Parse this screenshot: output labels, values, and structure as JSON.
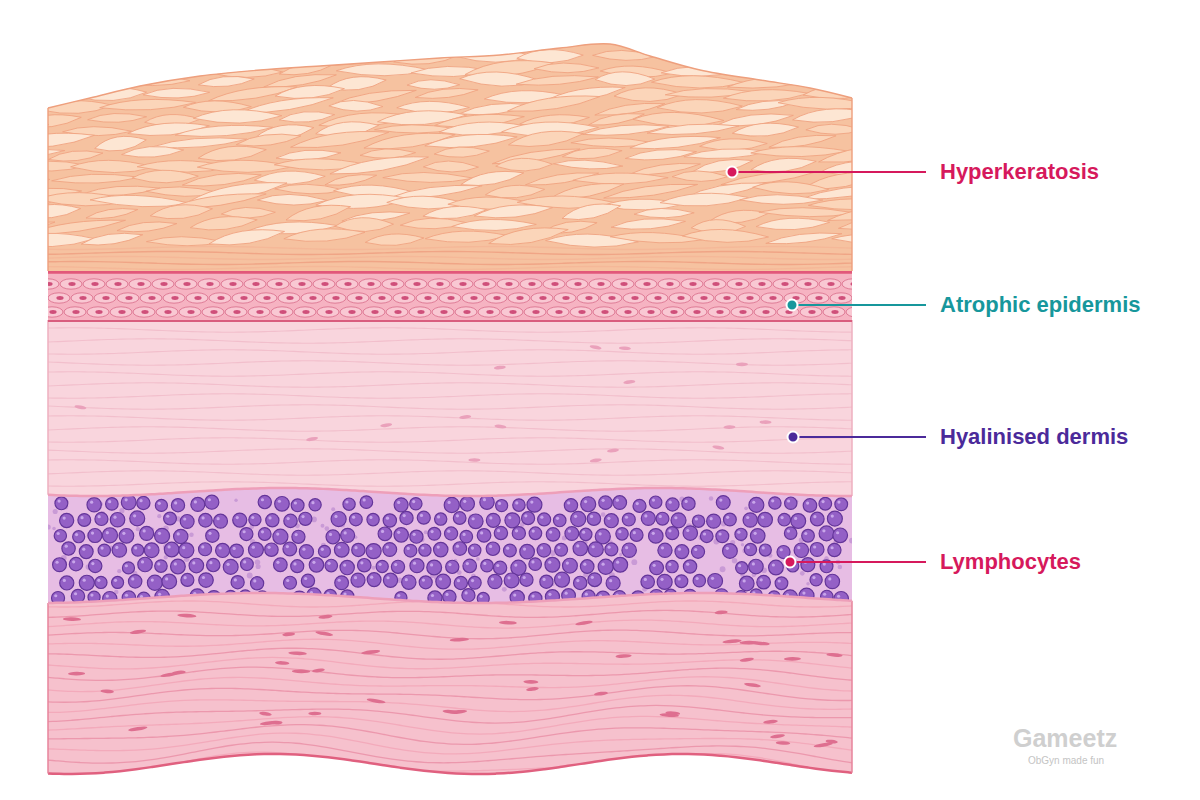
{
  "diagram": {
    "labels": [
      "Hyperkeratosis",
      "Atrophic epidermis",
      "Hyalinised dermis",
      "Lymphocytes",
      "Gameetz",
      "ObGyn made fun"
    ]
  }
}
